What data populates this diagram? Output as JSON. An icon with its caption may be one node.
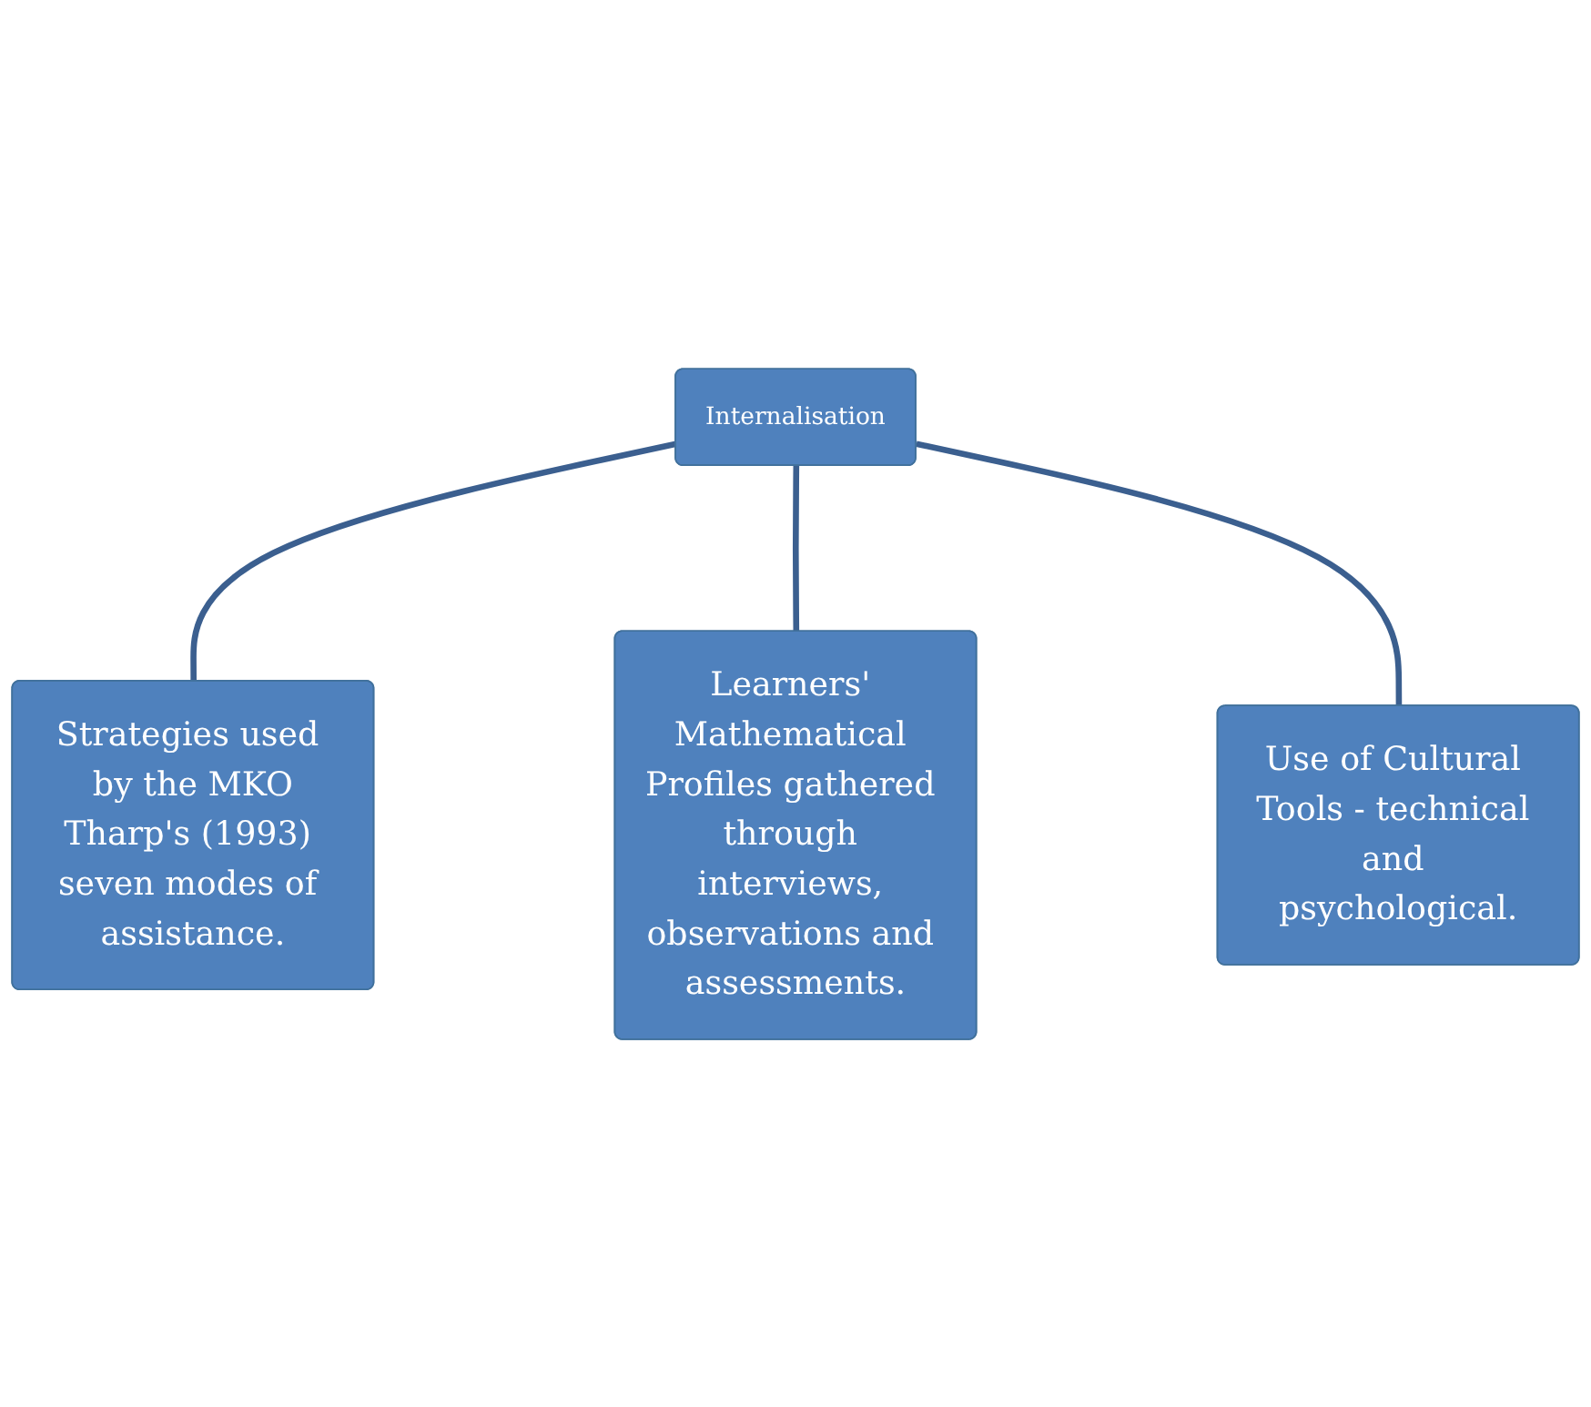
{
  "diagram": {
    "nodes": [
      {
        "text": [
          "Strategies used by the MKO",
          "Tharp's (1993) seven modes of assistance."
        ]
      },
      {
        "text": [
          "Internalisation"
        ]
      },
      {
        "text": [
          "Learners' Mathematical Profiles gathered through interviews, observations and assessments."
        ]
      },
      {
        "text": [
          "Use of Cultural Tools - technical and psychological."
        ]
      }
    ],
    "edges": [
      {
        "from": 1,
        "to": 0,
        "arrow": "none"
      },
      {
        "from": 1,
        "to": 2,
        "arrow": "none"
      },
      {
        "from": 1,
        "to": 3,
        "arrow": "none"
      }
    ]
  }
}
